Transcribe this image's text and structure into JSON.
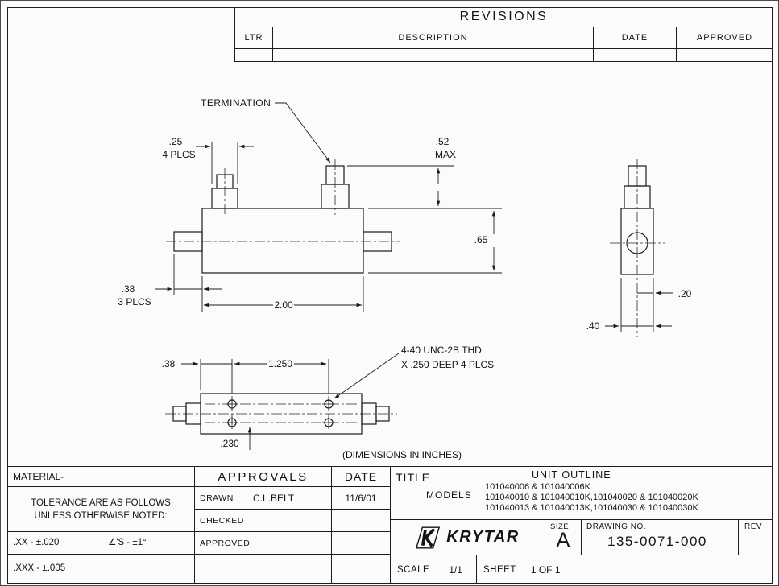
{
  "revisions": {
    "title": "REVISIONS",
    "col_ltr": "LTR",
    "col_description": "DESCRIPTION",
    "col_date": "DATE",
    "col_approved": "APPROVED"
  },
  "drawing": {
    "termination_label": "TERMINATION",
    "units_note": "(DIMENSIONS IN INCHES)",
    "dims": {
      "d25": ".25",
      "d25_note": "4 PLCS",
      "d52": ".52",
      "d52_note": "MAX",
      "d65": ".65",
      "d200": "2.00",
      "d38_side": ".38",
      "d38_side_note": "3 PLCS",
      "d38_hole": ".38",
      "d1250": "1.250",
      "d230": ".230",
      "thread_1": "4-40 UNC-2B THD",
      "thread_2": "X .250 DEEP 4 PLCS",
      "d20": ".20",
      "d40": ".40"
    }
  },
  "title_block": {
    "material": "MATERIAL-",
    "tolerance_1": "TOLERANCE ARE AS FOLLOWS",
    "tolerance_2": "UNLESS OTHERWISE NOTED:",
    "tol_xx": ".XX - ±.020",
    "tol_ang": "∠'S - ±1°",
    "tol_xxx": ".XXX - ±.005",
    "approvals_title": "APPROVALS",
    "date_title": "DATE",
    "drawn_label": "DRAWN",
    "drawn_name": "C.L.BELT",
    "drawn_date": "11/6/01",
    "checked_label": "CHECKED",
    "approved_label": "APPROVED",
    "title_label": "TITLE",
    "title_value": "UNIT OUTLINE",
    "models_label": "MODELS",
    "models_1": "101040006 & 101040006K",
    "models_2": "101040010 & 101040010K,101040020 & 101040020K",
    "models_3": "101040013 & 101040013K,101040030 & 101040030K",
    "brand": "KRYTAR",
    "size_label": "SIZE",
    "size_value": "A",
    "drawing_no_label": "DRAWING NO.",
    "drawing_no": "135-0071-000",
    "rev_label": "REV",
    "scale_label": "SCALE",
    "scale_value": "1/1",
    "sheet_label": "SHEET",
    "sheet_value": "1 OF 1"
  }
}
